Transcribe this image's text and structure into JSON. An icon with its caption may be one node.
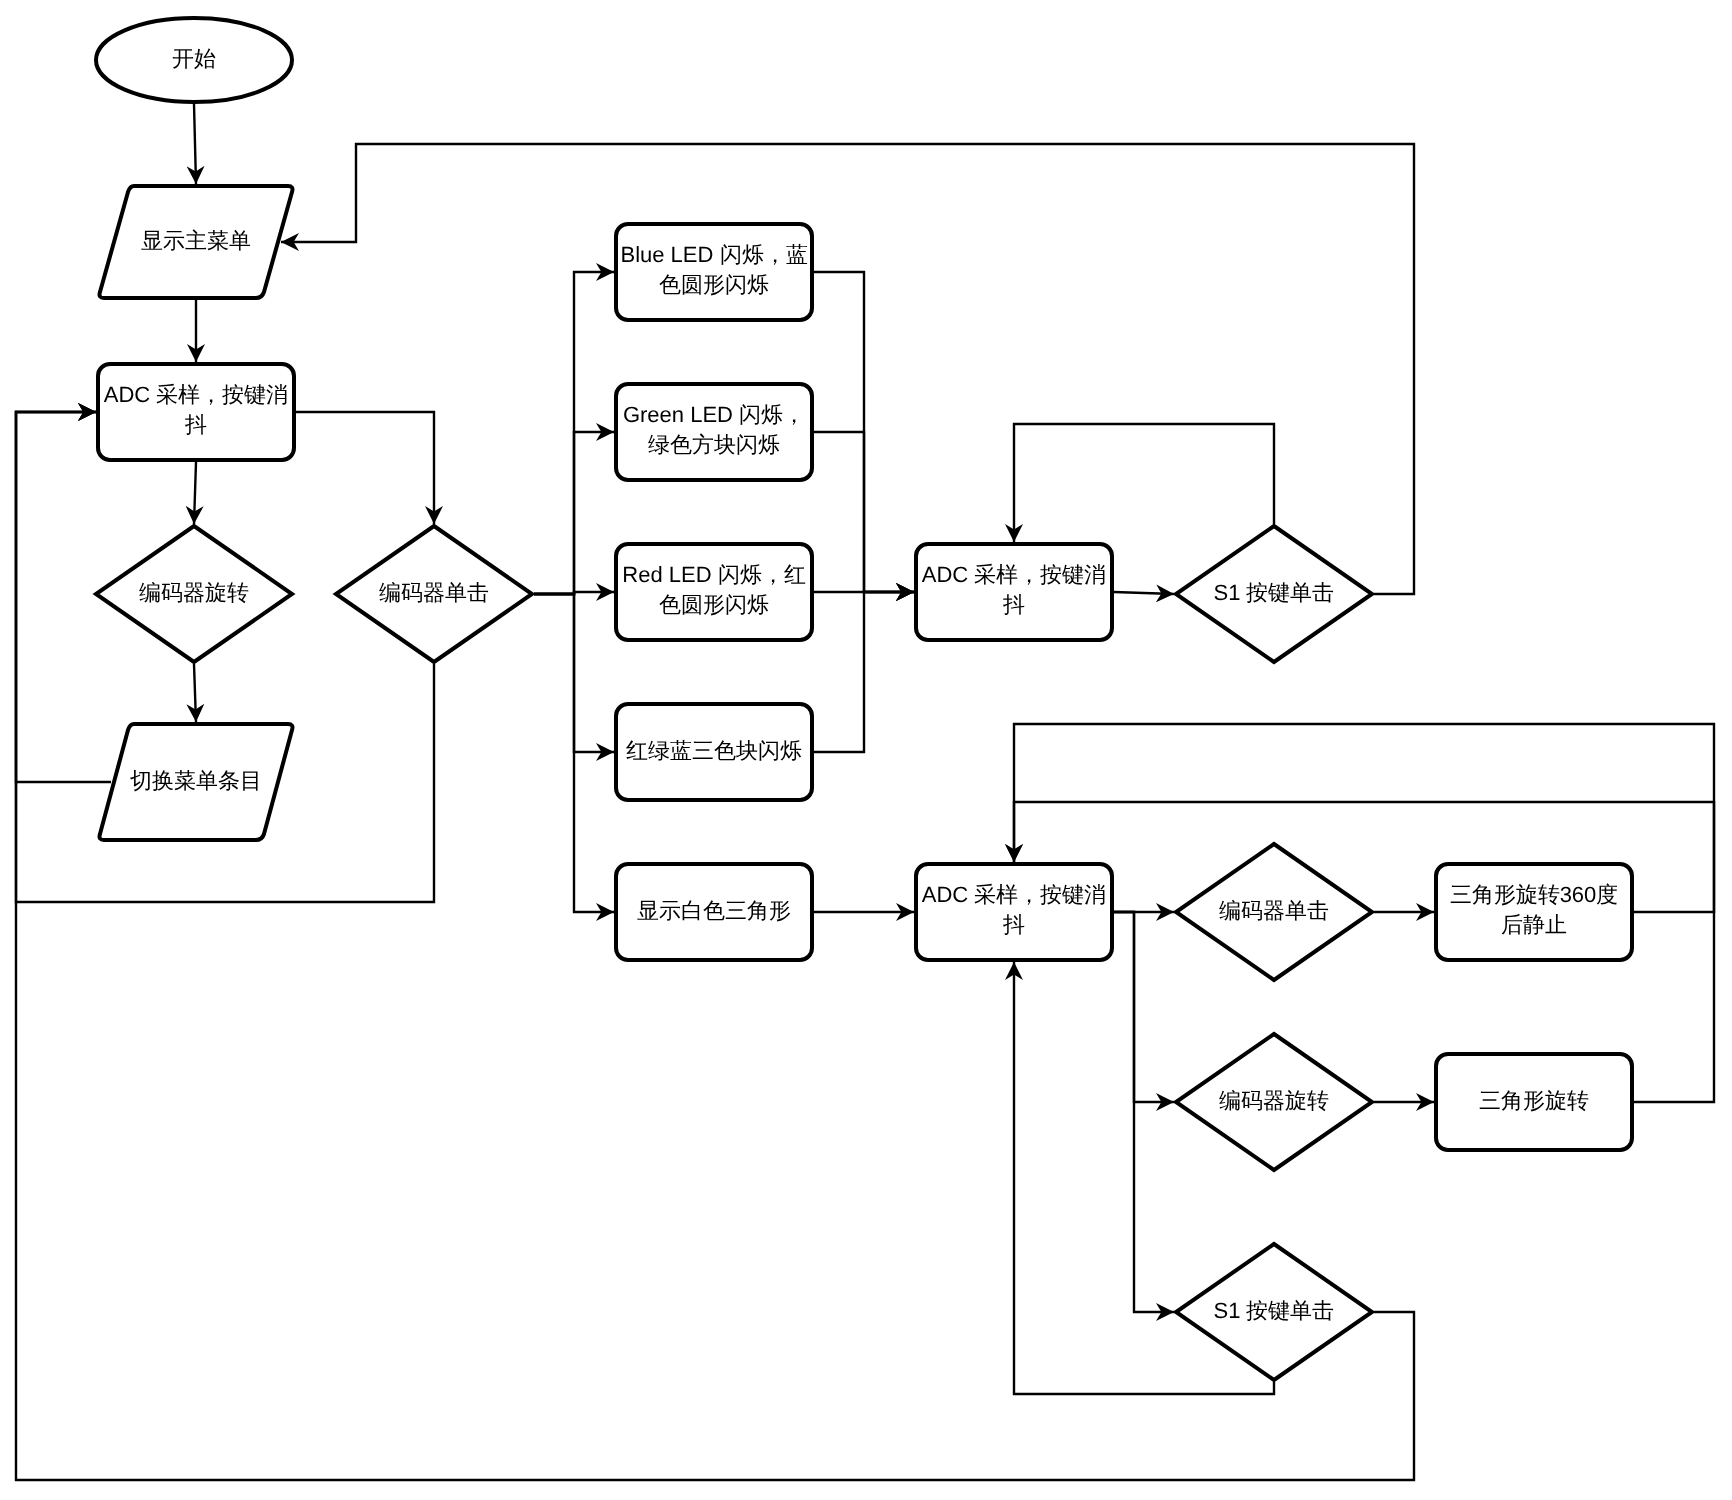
{
  "diagram": {
    "nodes": [
      {
        "text": [
          "开始"
        ]
      },
      {
        "text": [
          "显示主菜单"
        ]
      },
      {
        "text": [
          "ADC 采样，按键消抖"
        ]
      },
      {
        "text": [
          "编码器旋转"
        ]
      },
      {
        "text": [
          "编码器单击"
        ]
      },
      {
        "text": [
          "切换菜单条目"
        ]
      },
      {
        "text": [
          "Blue LED 闪烁，蓝色圆形闪烁"
        ]
      },
      {
        "text": [
          "Green LED 闪烁，绿色方块闪烁"
        ]
      },
      {
        "text": [
          "Red LED 闪烁，红色圆形闪烁"
        ]
      },
      {
        "text": [
          "红绿蓝三色块闪烁"
        ]
      },
      {
        "text": [
          "显示白色三角形"
        ]
      },
      {
        "text": [
          "ADC 采样，按键消抖"
        ]
      },
      {
        "text": [
          "S1 按键单击"
        ]
      },
      {
        "text": [
          "ADC 采样，按键消抖"
        ]
      },
      {
        "text": [
          "编码器单击"
        ]
      },
      {
        "text": [
          "三角形旋转360度后静止"
        ]
      },
      {
        "text": [
          "编码器旋转"
        ]
      },
      {
        "text": [
          "三角形旋转"
        ]
      },
      {
        "text": [
          "S1 按键单击"
        ]
      }
    ],
    "edges": [
      {
        "from": 0,
        "to": 1,
        "arrow": "to"
      },
      {
        "from": 1,
        "to": 2,
        "arrow": "to"
      },
      {
        "from": 2,
        "to": 3,
        "arrow": "to"
      },
      {
        "from": 2,
        "to": 4,
        "arrow": "to"
      },
      {
        "from": 3,
        "to": 5,
        "arrow": "to"
      },
      {
        "from": 5,
        "to": 2,
        "arrow": "to"
      },
      {
        "from": 4,
        "to": 2,
        "arrow": "to"
      },
      {
        "from": 4,
        "to": 6,
        "arrow": "to"
      },
      {
        "from": 4,
        "to": 7,
        "arrow": "to"
      },
      {
        "from": 4,
        "to": 8,
        "arrow": "to"
      },
      {
        "from": 4,
        "to": 9,
        "arrow": "to"
      },
      {
        "from": 4,
        "to": 10,
        "arrow": "to"
      },
      {
        "from": 6,
        "to": 11,
        "arrow": "to"
      },
      {
        "from": 7,
        "to": 11,
        "arrow": "to"
      },
      {
        "from": 8,
        "to": 11,
        "arrow": "to"
      },
      {
        "from": 9,
        "to": 11,
        "arrow": "to"
      },
      {
        "from": 11,
        "to": 12,
        "arrow": "to"
      },
      {
        "from": 12,
        "to": 11,
        "arrow": "to"
      },
      {
        "from": 12,
        "to": 1,
        "arrow": "to"
      },
      {
        "from": 10,
        "to": 13,
        "arrow": "to"
      },
      {
        "from": 13,
        "to": 14,
        "arrow": "to"
      },
      {
        "from": 13,
        "to": 16,
        "arrow": "to"
      },
      {
        "from": 13,
        "to": 18,
        "arrow": "to"
      },
      {
        "from": 14,
        "to": 15,
        "arrow": "to"
      },
      {
        "from": 16,
        "to": 17,
        "arrow": "to"
      },
      {
        "from": 15,
        "to": 13,
        "arrow": "to"
      },
      {
        "from": 17,
        "to": 13,
        "arrow": "to"
      },
      {
        "from": 18,
        "to": 13,
        "arrow": "to"
      },
      {
        "from": 18,
        "to": 2,
        "arrow": "to"
      }
    ]
  }
}
